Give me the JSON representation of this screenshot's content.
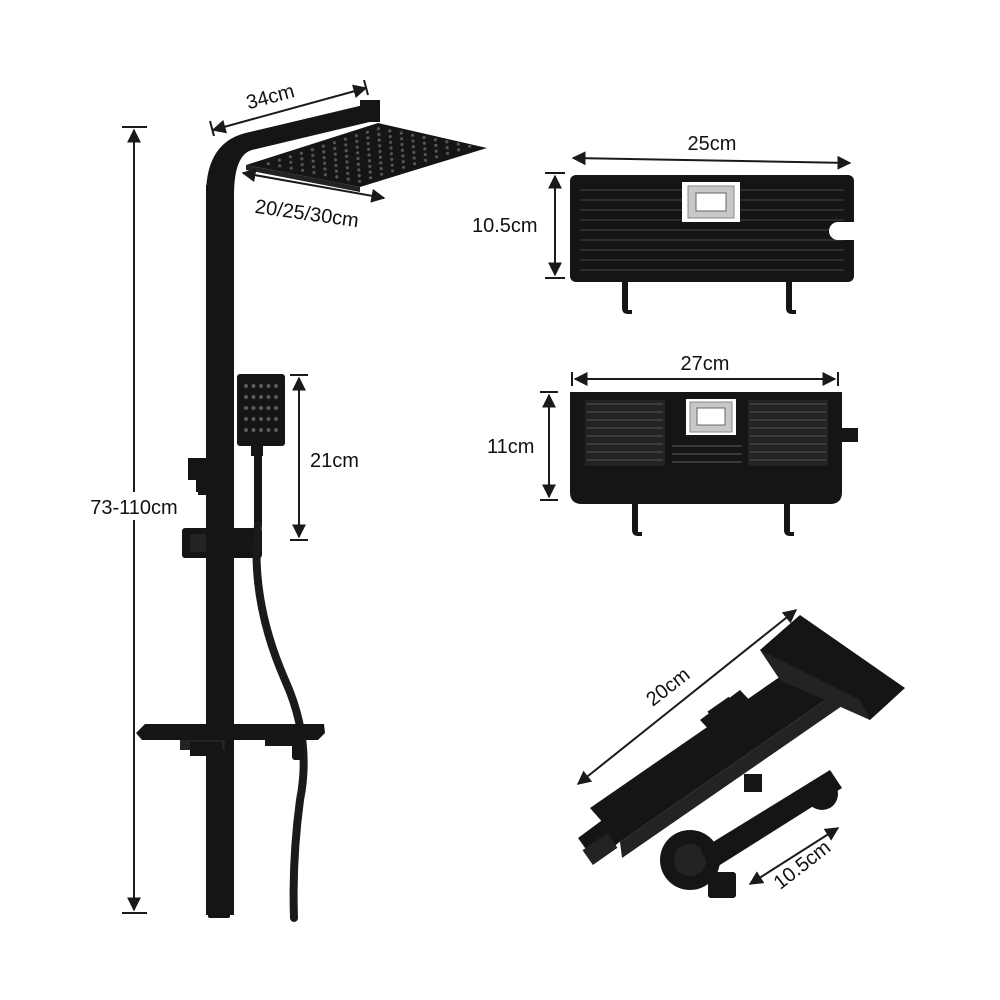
{
  "colors": {
    "background": "#ffffff",
    "product": "#151515",
    "dimension_lines": "#1a1a1a",
    "text": "#111111",
    "chrome_label": "#c8c8c8"
  },
  "shower_system": {
    "total_height": "73-110cm",
    "arm_length": "34cm",
    "head_size": "20/25/30cm",
    "handheld_length": "21cm"
  },
  "shelf_top": {
    "width": "25cm",
    "depth": "10.5cm"
  },
  "shelf_bottom": {
    "width": "27cm",
    "depth": "11cm"
  },
  "mixer_valve": {
    "length": "20cm",
    "spout_length": "10.5cm"
  }
}
